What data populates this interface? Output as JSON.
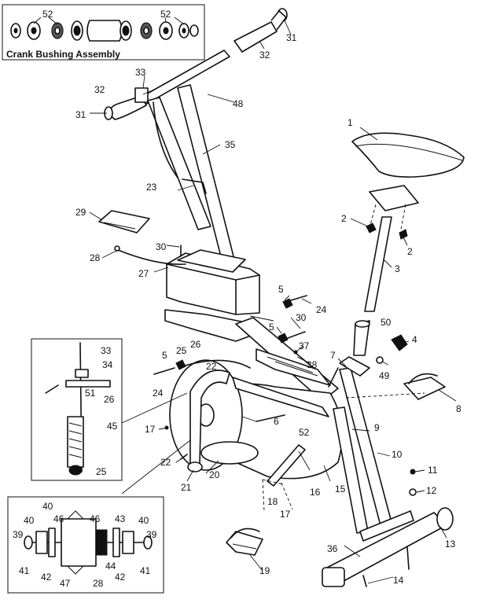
{
  "inset_title": "Crank Bushing Assembly",
  "part_numbers": {
    "p1": "1",
    "p2": "2",
    "p3": "3",
    "p4": "4",
    "p5": "5",
    "p6": "6",
    "p7": "7",
    "p8": "8",
    "p9": "9",
    "p10": "10",
    "p11": "11",
    "p12": "12",
    "p13": "13",
    "p14": "14",
    "p15": "15",
    "p16": "16",
    "p17": "17",
    "p18": "18",
    "p19": "19",
    "p20": "20",
    "p21": "21",
    "p22": "22",
    "p23": "23",
    "p24": "24",
    "p25": "25",
    "p26": "26",
    "p27": "27",
    "p28": "28",
    "p29": "29",
    "p30": "30",
    "p31": "31",
    "p32": "32",
    "p33": "33",
    "p34": "34",
    "p35": "35",
    "p36": "36",
    "p37": "37",
    "p38": "38",
    "p39": "39",
    "p40": "40",
    "p41": "41",
    "p42": "42",
    "p43": "43",
    "p44": "44",
    "p45": "45",
    "p46": "46",
    "p47": "47",
    "p48": "48",
    "p49": "49",
    "p50": "50",
    "p51": "51",
    "p52": "52"
  }
}
